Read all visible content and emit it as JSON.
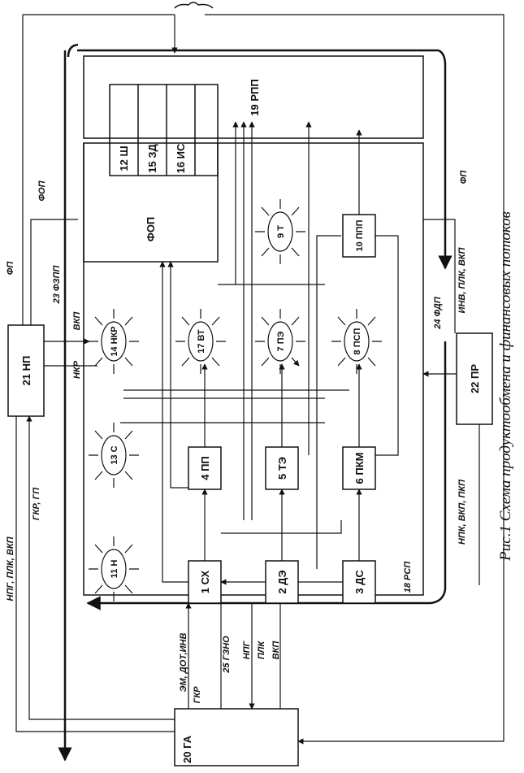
{
  "caption": "Рис.1 Схема продуктообмена и финансовых потоков",
  "blocks": {
    "b1": "1 СХ",
    "b2": "2 ДЭ",
    "b3": "3 ДС",
    "b4": "4 ПП",
    "b5": "5 ТЭ",
    "b6": "6 ПКМ",
    "b10": "10 ППП",
    "b12": "12 Ш",
    "b15": "15 ЗД",
    "b16": "16 ИС",
    "b19": "19 РПП",
    "b20": "20 ГА",
    "b21": "21 НП",
    "b22": "22 ПР",
    "fop": "ФОП"
  },
  "stars": {
    "s7": "7 ПЭ",
    "s8": "8 ПСП",
    "s9": "9 Т",
    "s11": "11 Н",
    "s13": "13 С",
    "s14": "14 НКР",
    "s17": "17 ВТ"
  },
  "flows": {
    "rsp": "18 РСП",
    "fp_left": "ФП",
    "fop": "ФОП",
    "fzpp": "23 ФЗПП",
    "vkp": "ВКП",
    "nkr": "НКР",
    "npt": "НПГ, ПЛК, ВКП",
    "gkr_gp": "ГКР, ГП",
    "em_dot": "ЭМ, ДОТ,ИНВ",
    "gkr": "ГКР",
    "gzno": "25 ГЗНО",
    "npg": "НПГ",
    "plk": "ПЛК",
    "vkp2": "ВКП",
    "fp_right": "ФП",
    "fdp": "24 ФДП",
    "inv": "ИНВ, ПЛК, ВКП",
    "npk": "НПК, ВКП, ПКП"
  }
}
